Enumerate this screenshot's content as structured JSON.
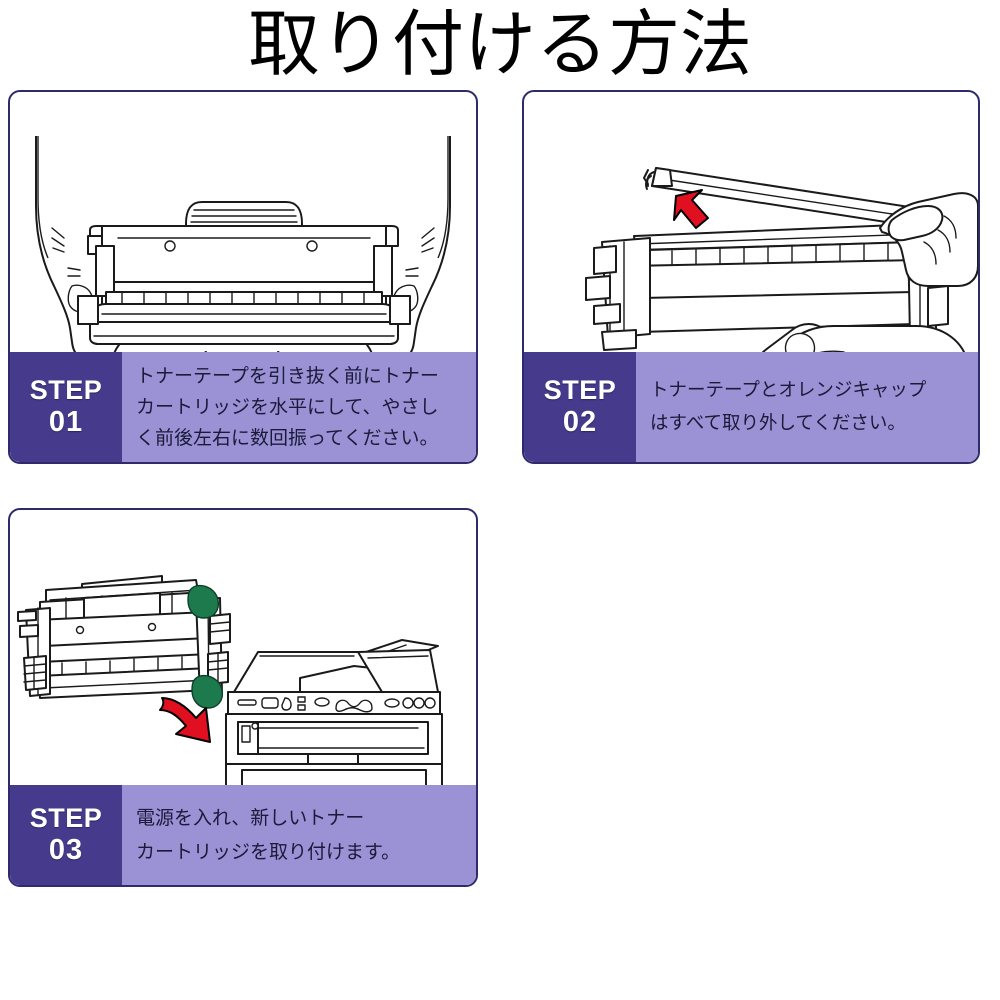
{
  "page": {
    "title": "取り付ける方法",
    "background_color": "#ffffff"
  },
  "theme": {
    "panel_border_color": "#2e2a6b",
    "badge_color": "#453a8c",
    "text_bar_color": "#9a92d4",
    "arrow_color": "#e01020",
    "drum_handle_color": "#1d7a4d",
    "line_color": "#1a1a1a",
    "step_text_color": "#1a1a3a"
  },
  "steps": [
    {
      "id": "step-01",
      "word": "STEP",
      "number": "01",
      "text_lines": [
        "トナーテープを引き抜く前にトナー",
        "カートリッジを水平にして、やさし",
        "く前後左右に数回振ってください。"
      ],
      "illustration": "hands-shaking-toner-cartridge-with-left-right-arrows"
    },
    {
      "id": "step-02",
      "word": "STEP",
      "number": "02",
      "text_lines": [
        "トナーテープとオレンジキャップ",
        "はすべて取り外してください。"
      ],
      "illustration": "hands-pulling-tape-strip-off-cartridge-with-up-arrow"
    },
    {
      "id": "step-03",
      "word": "STEP",
      "number": "03",
      "text_lines": [
        "電源を入れ、新しいトナー",
        "カートリッジを取り付けます。"
      ],
      "illustration": "drum-unit-and-printer-with-insert-arrow"
    }
  ]
}
